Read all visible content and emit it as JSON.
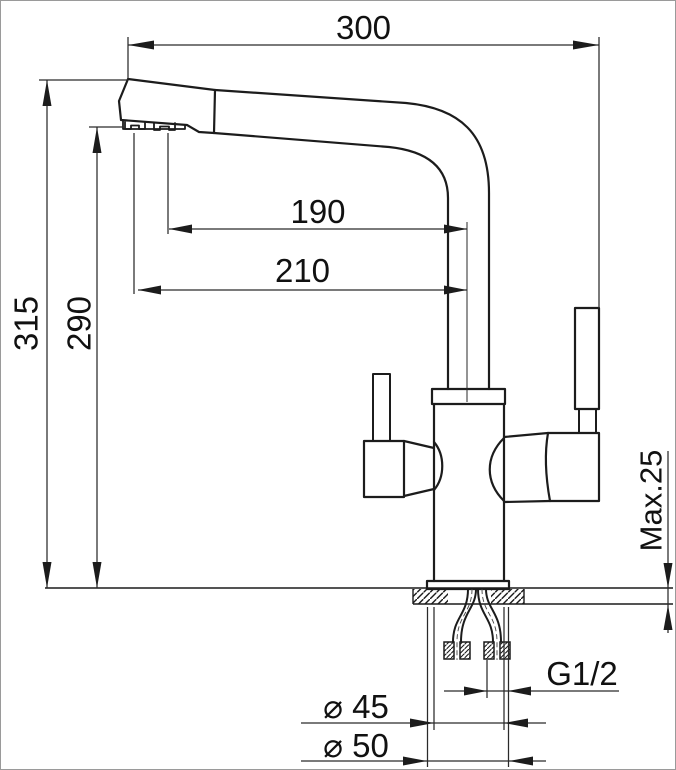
{
  "colors": {
    "background": "#ffffff",
    "line": "#1c1c1c",
    "dimension_line": "#2a2a2a",
    "text": "#111111"
  },
  "dimensions": {
    "overall_width": {
      "label": "300"
    },
    "spout_reach": {
      "label": "190"
    },
    "spout_tip_reach": {
      "label": "210"
    },
    "overall_height": {
      "label": "315"
    },
    "spout_outlet_height": {
      "label": "290"
    },
    "max_mount_thickness": {
      "label": "Max.25"
    },
    "connection_thread": {
      "label": "G1/2"
    },
    "body_diameter": {
      "label": "⌀ 45"
    },
    "base_diameter": {
      "label": "⌀ 50"
    }
  }
}
